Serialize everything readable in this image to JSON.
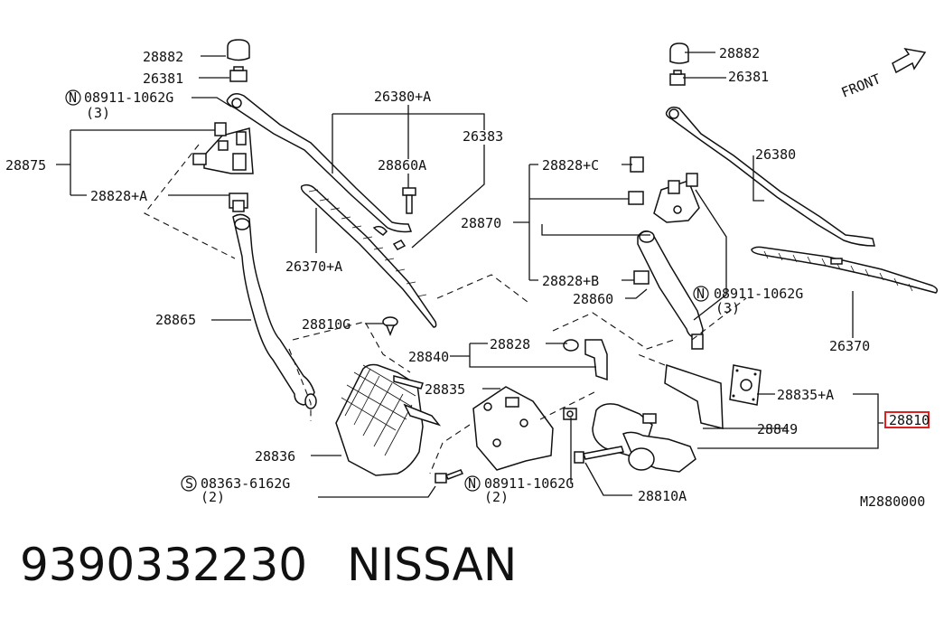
{
  "diagram": {
    "labels": {
      "l28882_left": "28882",
      "l26381_left": "26381",
      "l08911_top": "08911-1062G",
      "l08911_top_qty": "(3)",
      "l28875": "28875",
      "l28828a_left": "28828+A",
      "l26380a": "26380+A",
      "l26383": "26383",
      "l28860a": "28860A",
      "l26370a": "26370+A",
      "l28865": "28865",
      "l28810g": "28810G",
      "l28840": "28840",
      "l28828": "28828",
      "l28835": "28835",
      "l28836": "28836",
      "l08363": "08363-6162G",
      "l08363_qty": "(2)",
      "l08911_bottom": "08911-1062G",
      "l08911_bottom_qty": "(2)",
      "l28810a": "28810A",
      "l28882_right": "28882",
      "l26381_right": "26381",
      "l26380": "26380",
      "l28828c": "28828+C",
      "l28870": "28870",
      "l28828b": "28828+B",
      "l28860": "28860",
      "l08911_right": "08911-1062G",
      "l08911_right_qty": "(3)",
      "l26370": "26370",
      "l28835a": "28835+A",
      "l28849": "28849",
      "l28810": "28810",
      "front": "FRONT",
      "diagram_code": "M2880000",
      "n_symbol": "N",
      "s_symbol": "S"
    },
    "highlight_color": "#e02020"
  },
  "caption": {
    "part_number": "9390332230",
    "brand": "NISSAN"
  }
}
